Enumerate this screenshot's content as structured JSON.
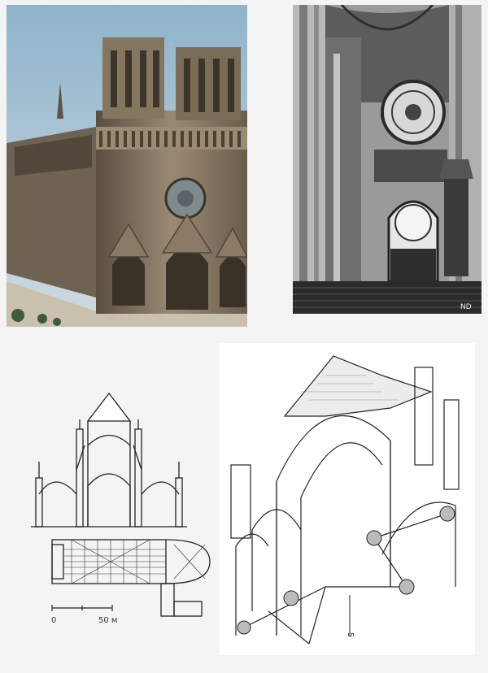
{
  "panels": {
    "facade": {
      "kind": "photo-color"
    },
    "interior": {
      "kind": "photo-bw",
      "corner_mark": "ND"
    },
    "plan": {
      "kind": "line-drawing",
      "scale": {
        "zero_label": "0",
        "end_label": "50 м"
      }
    },
    "axonometric": {
      "kind": "line-drawing",
      "scale_label": "5"
    }
  },
  "colors": {
    "sky": "#a9c4d6",
    "stone": "#8a7a66",
    "stone_dark": "#4e4438",
    "ground": "#c9c0ae",
    "bw_dark": "#2a2a2a",
    "bw_light": "#d8d8d8",
    "line": "#222222"
  }
}
